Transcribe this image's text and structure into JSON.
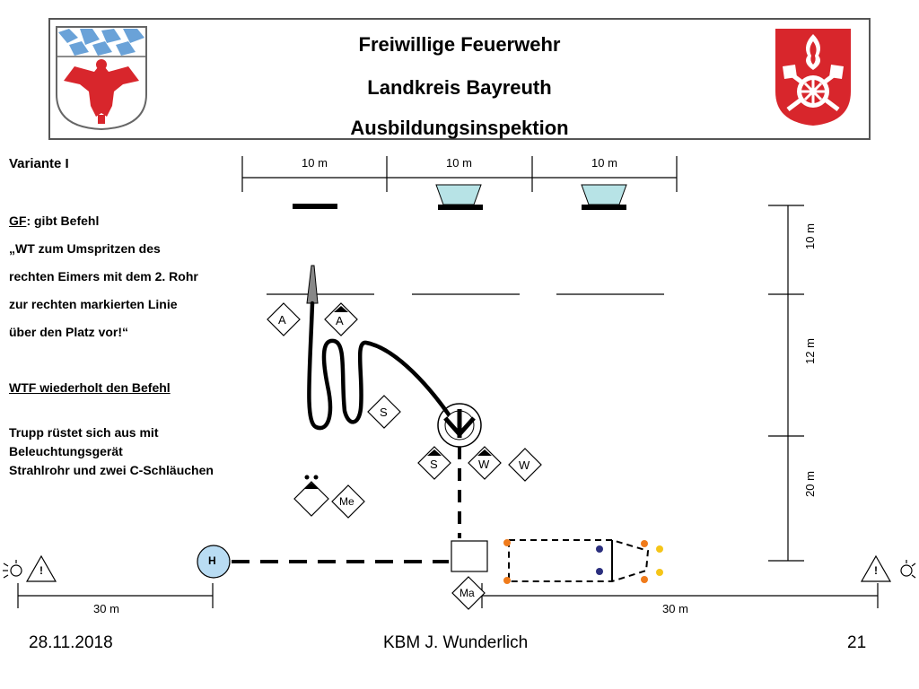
{
  "header": {
    "line1": "Freiwillige Feuerwehr",
    "line2": "Landkreis Bayreuth",
    "line3": "Ausbildungsinspektion"
  },
  "left_panel": {
    "variant": "Variante I",
    "gf_abbr": "GF",
    "gf_rest": ": gibt Befehl",
    "quote1": "„WT zum Umspritzen des",
    "quote2": "rechten Eimers mit dem 2. Rohr",
    "quote3": "zur rechten markierten Linie",
    "quote4": "über den Platz vor!“",
    "wtf": "WTF wiederholt den Befehl",
    "trupp1": "Trupp rüstet sich aus mit",
    "trupp2": "Beleuchtungsgerät",
    "trupp3": "Strahlrohr und zwei C-Schläuchen"
  },
  "dimensions": {
    "top": [
      "10 m",
      "10 m",
      "10 m"
    ],
    "right": [
      "10 m",
      "12 m",
      "20 m"
    ],
    "bottom_left": "30 m",
    "bottom_right": "30 m"
  },
  "symbols": {
    "a1": "A",
    "a2": "A",
    "s1": "S",
    "s2": "S",
    "w1": "W",
    "w2": "W",
    "me": "Me",
    "ma": "Ma",
    "hydrant": "H",
    "warn1": "!",
    "warn2": "!"
  },
  "footer": {
    "date": "28.11.2018",
    "author": "KBM J. Wunderlich",
    "page": "21"
  },
  "colors": {
    "bucket_fill": "#b7e3e6",
    "hydrant_fill": "#b9dcf3",
    "dot_orange": "#f07b1b",
    "dot_navy": "#2b2f7e",
    "dot_yellow": "#f5c518",
    "crest_red": "#d8262c",
    "crest_blue": "#6aa2d8"
  },
  "icons": [
    "coat-of-arms-bayreuth",
    "fire-brigade-emblem",
    "warning-light-icon"
  ]
}
